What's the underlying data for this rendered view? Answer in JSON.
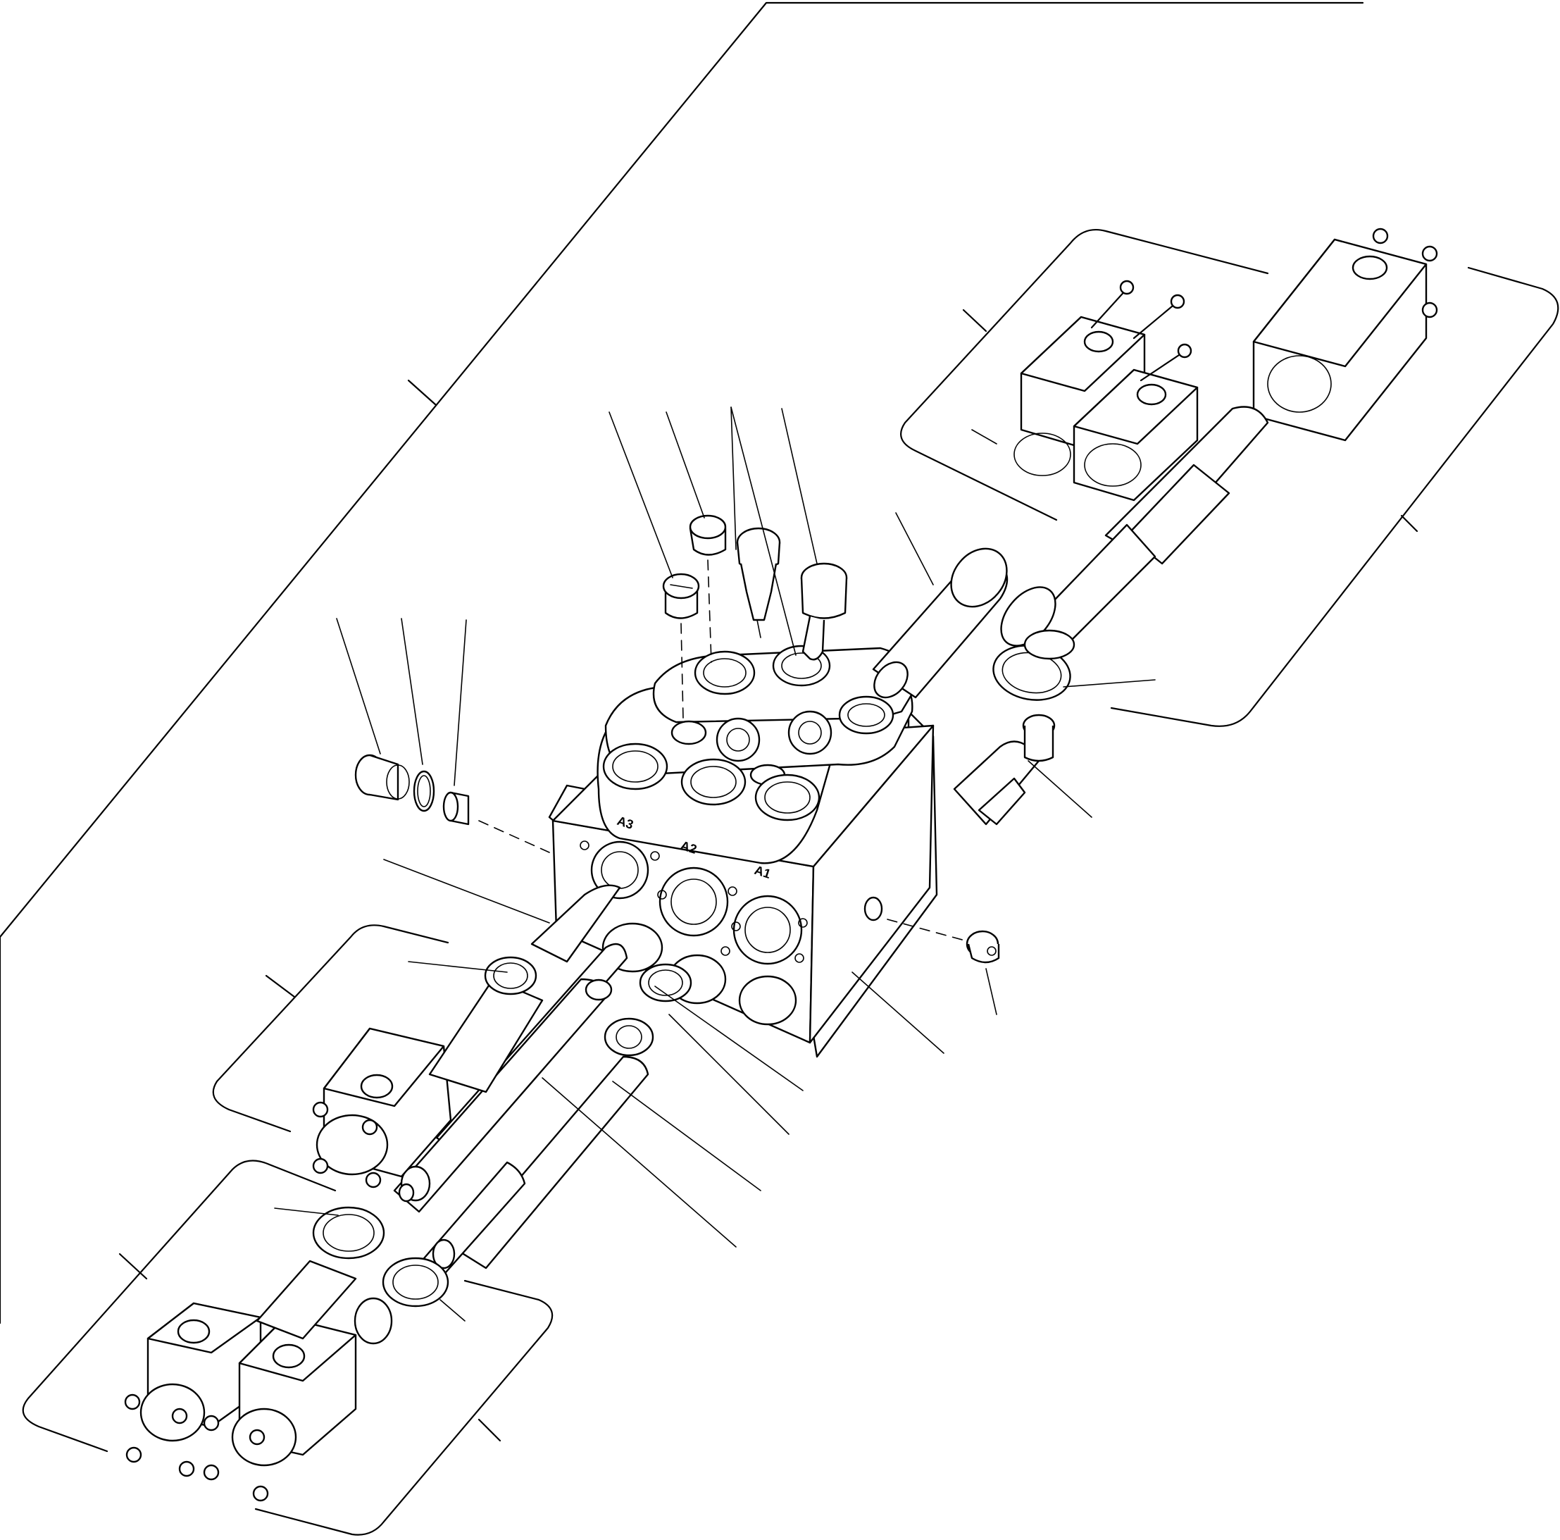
{
  "diagram": {
    "labels": [
      "A1",
      "A2",
      "A3"
    ]
  }
}
